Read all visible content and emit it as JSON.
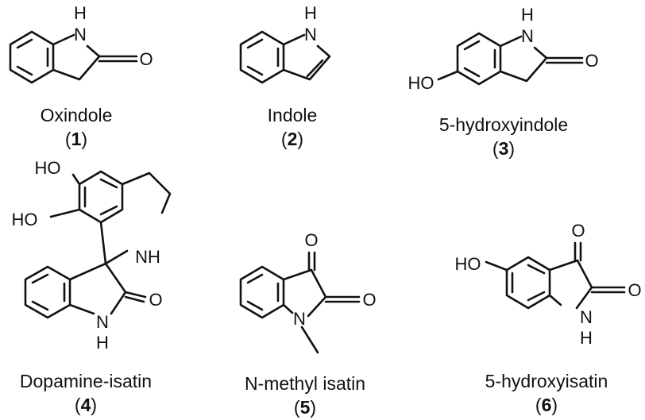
{
  "compounds": [
    {
      "name": "Oxindole",
      "number": "1",
      "atoms": {
        "nh_n": "N",
        "nh_h": "H",
        "o": "O"
      }
    },
    {
      "name": "Indole",
      "number": "2",
      "atoms": {
        "nh_n": "N",
        "nh_h": "H"
      }
    },
    {
      "name": "5-hydroxyindole",
      "number": "3",
      "atoms": {
        "nh_n": "N",
        "nh_h": "H",
        "o": "O",
        "ho": "HO"
      }
    },
    {
      "name": "Dopamine-isatin",
      "number": "4",
      "atoms": {
        "ho_top": "HO",
        "ho_mid": "HO",
        "nh": "NH",
        "o": "O",
        "nh_n": "N",
        "nh_h": "H"
      }
    },
    {
      "name": "N-methyl isatin",
      "number": "5",
      "atoms": {
        "o_top": "O",
        "o_right": "O",
        "n": "N"
      }
    },
    {
      "name": "5-hydroxyisatin",
      "number": "6",
      "atoms": {
        "ho": "HO",
        "o_top": "O",
        "o_right": "O",
        "nh_n": "N",
        "nh_h": "H"
      }
    }
  ],
  "number_parens": {
    "open": "(",
    "close": ")"
  }
}
